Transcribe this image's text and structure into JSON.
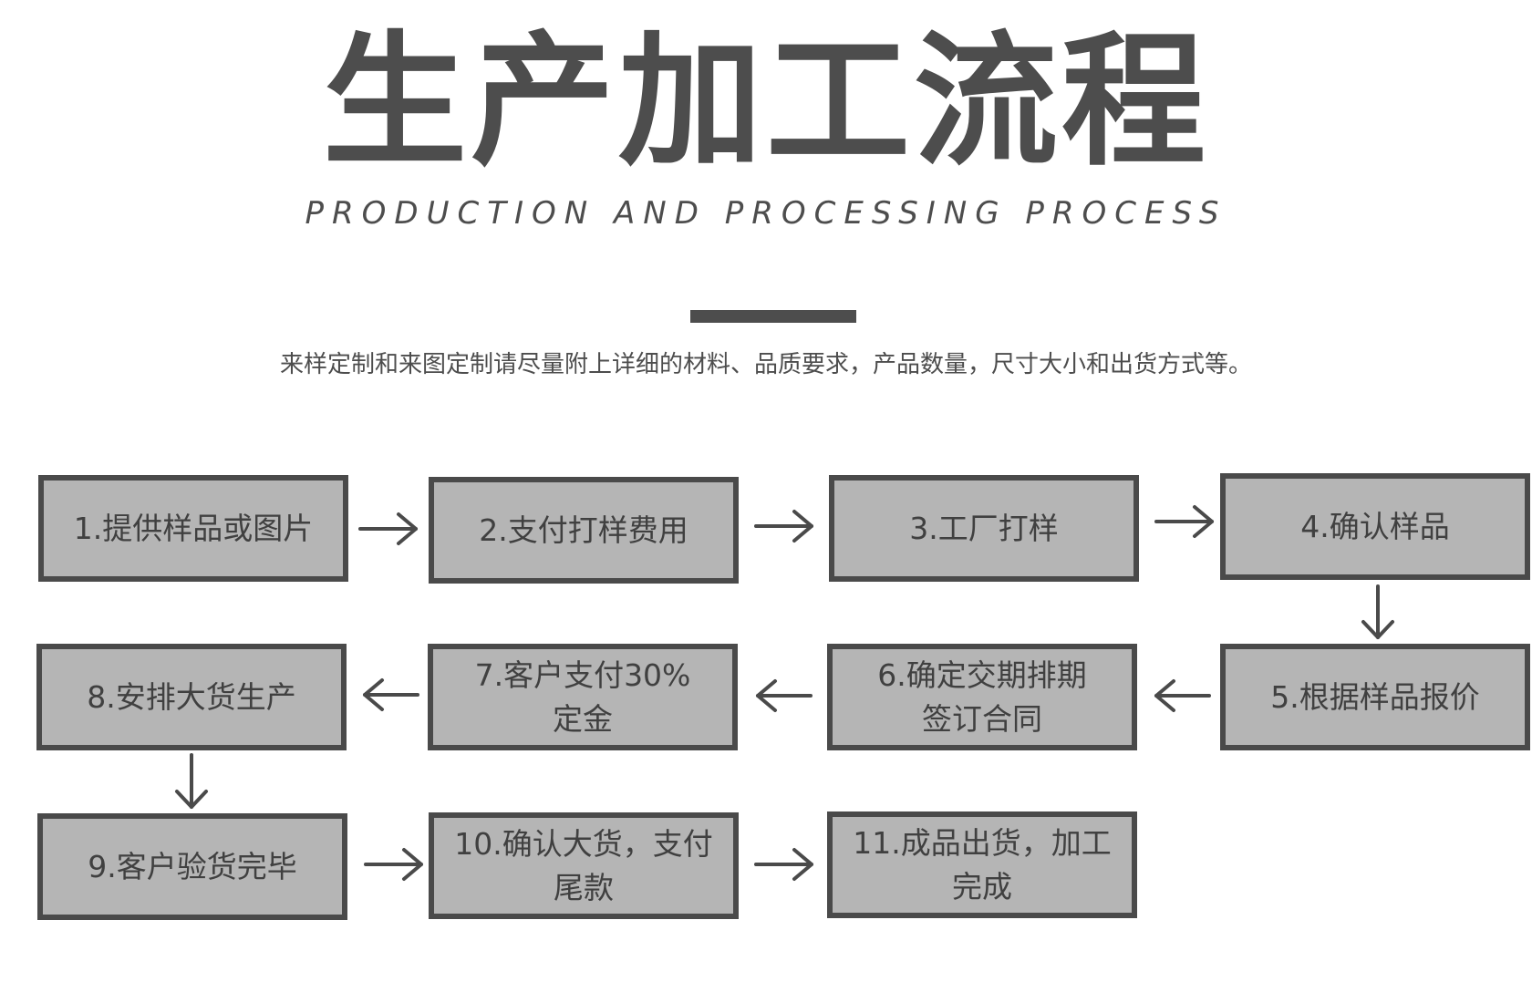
{
  "header": {
    "title": "生产加工流程",
    "subtitle": "PRODUCTION  AND  PROCESSING  PROCESS",
    "description": "来样定制和来图定制请尽量附上详细的材料、品质要求，产品数量，尺寸大小和出货方式等。"
  },
  "steps": [
    {
      "label": "1.提供样品或图片"
    },
    {
      "label": "2.支付打样费用"
    },
    {
      "label": "3.工厂打样"
    },
    {
      "label": "4.确认样品"
    },
    {
      "label": "5.根据样品报价"
    },
    {
      "label": "6.确定交期排期\n签订合同"
    },
    {
      "label": "7.客户支付30%\n定金"
    },
    {
      "label": "8.安排大货生产"
    },
    {
      "label": "9.客户验货完毕"
    },
    {
      "label": "10.确认大货，支付\n尾款"
    },
    {
      "label": "11.成品出货，加工\n完成"
    }
  ],
  "colors": {
    "box_fill": "#b5b5b5",
    "box_border": "#4a4a4a",
    "text": "#404040",
    "arrow": "#4a4a4a"
  }
}
